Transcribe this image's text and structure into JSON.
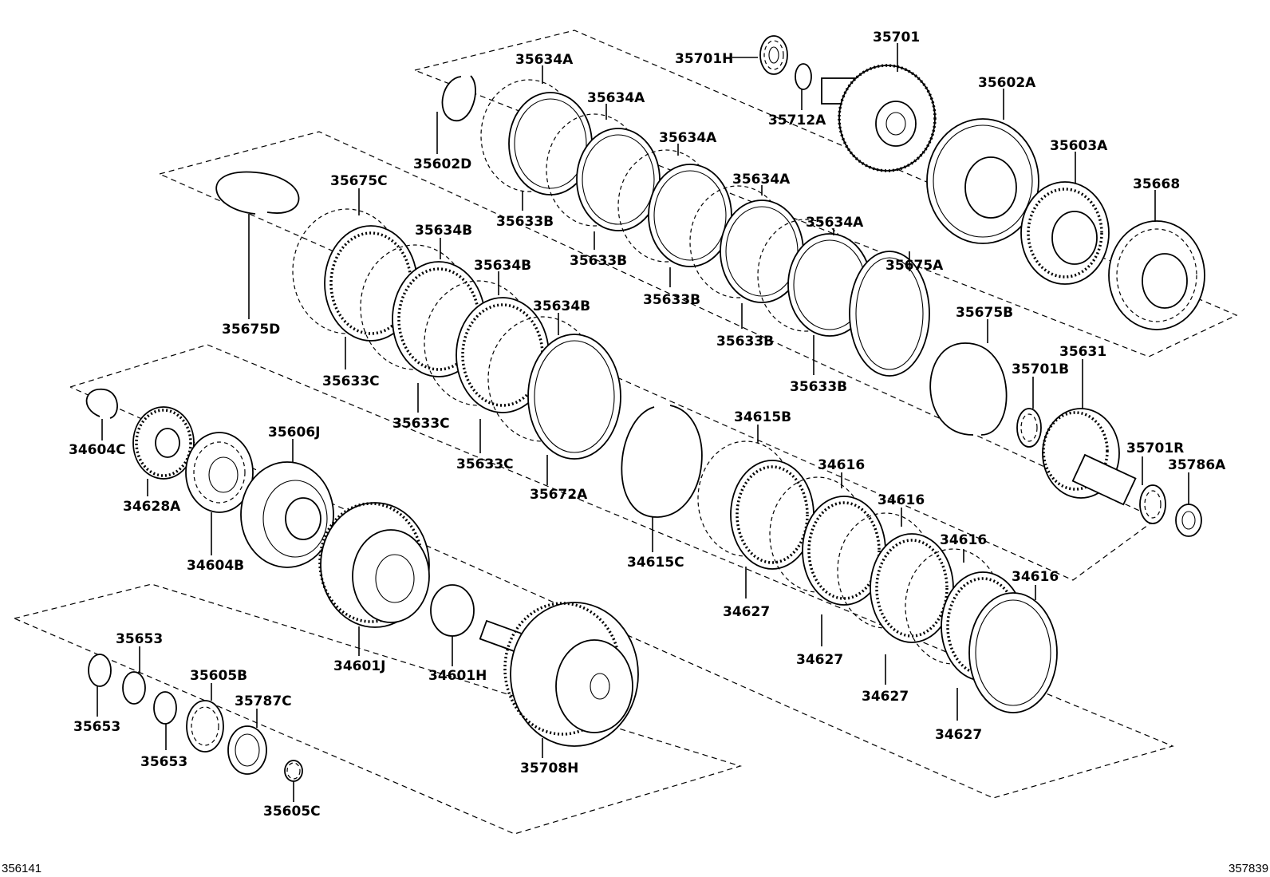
{
  "labels": {
    "p35701": "35701",
    "p35701H": "35701H",
    "p35712A": "35712A",
    "p35602A": "35602A",
    "p35603A": "35603A",
    "p35668": "35668",
    "p35634A_1": "35634A",
    "p35634A_2": "35634A",
    "p35634A_3": "35634A",
    "p35634A_4": "35634A",
    "p35634A_5": "35634A",
    "p35602D": "35602D",
    "p35633B_1": "35633B",
    "p35633B_2": "35633B",
    "p35633B_3": "35633B",
    "p35633B_4": "35633B",
    "p35633B_5": "35633B",
    "p35675A": "35675A",
    "p35675B": "35675B",
    "p35675C": "35675C",
    "p35675D": "35675D",
    "p35634B_1": "35634B",
    "p35634B_2": "35634B",
    "p35634B_3": "35634B",
    "p35633C_1": "35633C",
    "p35633C_2": "35633C",
    "p35633C_3": "35633C",
    "p35672A": "35672A",
    "p35631": "35631",
    "p35701B": "35701B",
    "p35701R": "35701R",
    "p35786A": "35786A",
    "p34615B": "34615B",
    "p34615C": "34615C",
    "p34616_1": "34616",
    "p34616_2": "34616",
    "p34616_3": "34616",
    "p34616_4": "34616",
    "p34627_1": "34627",
    "p34627_2": "34627",
    "p34627_3": "34627",
    "p34627_4": "34627",
    "p34604C": "34604C",
    "p34628A": "34628A",
    "p34604B": "34604B",
    "p35606J": "35606J",
    "p34601J": "34601J",
    "p34601H": "34601H",
    "p35708H": "35708H",
    "p35653_1": "35653",
    "p35653_2": "35653",
    "p35653_3": "35653",
    "p35605B": "35605B",
    "p35787C": "35787C",
    "p35605C": "35605C"
  },
  "footer": {
    "left_code": "356141",
    "right_code": "357839"
  }
}
